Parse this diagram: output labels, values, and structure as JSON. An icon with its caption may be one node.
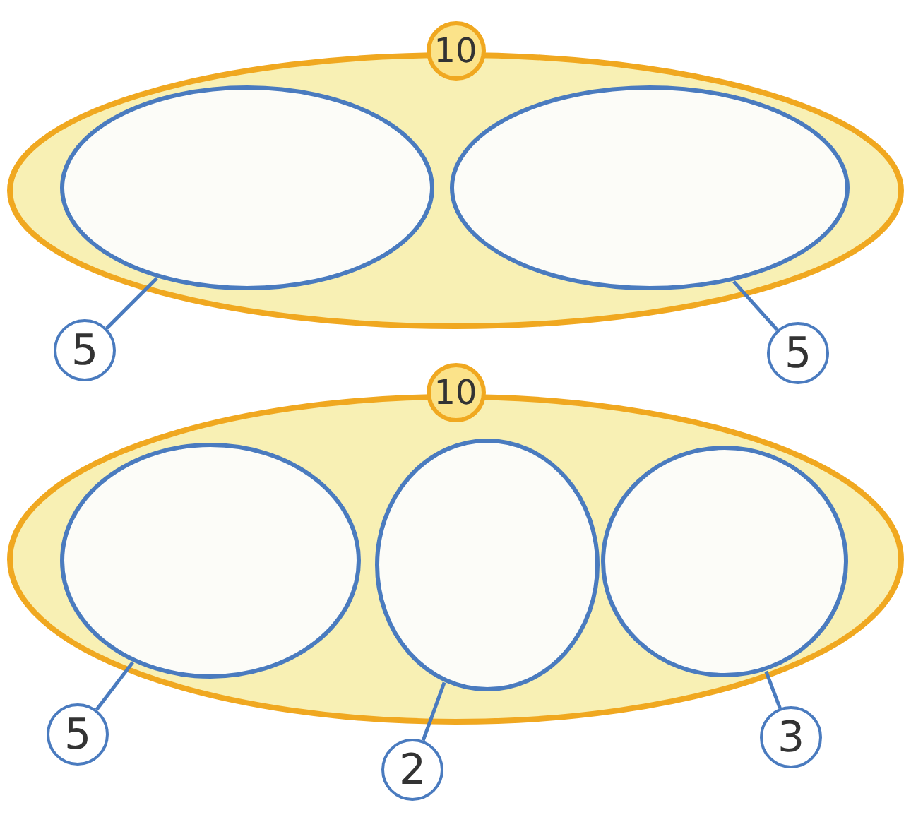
{
  "diagram": {
    "nodes": [
      {
        "text": [
          "10"
        ]
      },
      {
        "text": [],
        "shape": "oval",
        "in": 0
      },
      {
        "text": [],
        "shape": "oval",
        "in": 0
      },
      {
        "text": [
          "5"
        ]
      },
      {
        "text": [
          "5"
        ]
      },
      {
        "text": [
          "10"
        ]
      },
      {
        "text": [],
        "shape": "oval",
        "in": 5
      },
      {
        "text": [],
        "shape": "oval",
        "in": 5
      },
      {
        "text": [],
        "shape": "oval",
        "in": 5
      },
      {
        "text": [
          "5"
        ]
      },
      {
        "text": [
          "2"
        ]
      },
      {
        "text": [
          "3"
        ]
      }
    ],
    "edges": [
      {
        "from": 3,
        "to": 1,
        "arrow": "none"
      },
      {
        "from": 4,
        "to": 2,
        "arrow": "none"
      },
      {
        "from": 9,
        "to": 6,
        "arrow": "none"
      },
      {
        "from": 10,
        "to": 7,
        "arrow": "none"
      },
      {
        "from": 11,
        "to": 8,
        "arrow": "none"
      }
    ]
  }
}
